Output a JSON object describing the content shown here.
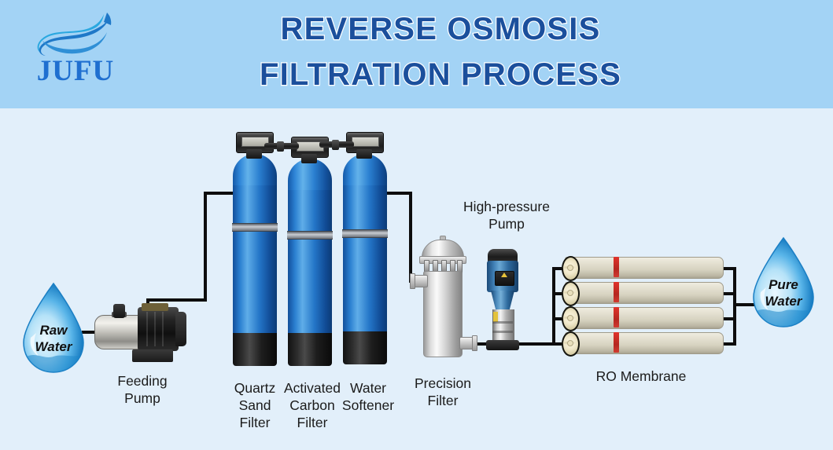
{
  "header": {
    "logo_text": "JUFU",
    "logo_icon": "wave-fish-logo",
    "title_line1": "REVERSE OSMOSIS",
    "title_line2": "FILTRATION PROCESS",
    "background_color": "#a3d3f5",
    "title_color": "#1b4f9c",
    "logo_color": "#1f6fd0"
  },
  "diagram": {
    "background_color": "#e2effa",
    "pipe_color": "#0d0d0d",
    "stages": [
      {
        "id": "raw-water",
        "label": "Raw\nWater",
        "type": "water-drop"
      },
      {
        "id": "feeding-pump",
        "label": "Feeding\nPump",
        "type": "pump"
      },
      {
        "id": "quartz-sand-filter",
        "label": "Quartz\nSand\nFilter",
        "type": "frp-tank"
      },
      {
        "id": "activated-carbon-filter",
        "label": "Activated\nCarbon\nFilter",
        "type": "frp-tank"
      },
      {
        "id": "water-softener",
        "label": "Water\nSoftener",
        "type": "frp-tank"
      },
      {
        "id": "precision-filter",
        "label": "Precision\nFilter",
        "type": "cartridge-filter"
      },
      {
        "id": "high-pressure-pump",
        "label": "High-pressure\nPump",
        "type": "vertical-pump"
      },
      {
        "id": "ro-membrane",
        "label": "RO Membrane",
        "type": "membrane-array",
        "count": 4
      },
      {
        "id": "pure-water",
        "label": "Pure\nWater",
        "type": "water-drop"
      }
    ]
  },
  "colors": {
    "tank_blue": "#2476c8",
    "membrane_cream": "#e4e0d0",
    "membrane_stripe_red": "#c92d25",
    "pump_blue": "#3f7fb5",
    "steel_grey": "#cdcdcd",
    "drop_blue": "#3aa3e3"
  }
}
